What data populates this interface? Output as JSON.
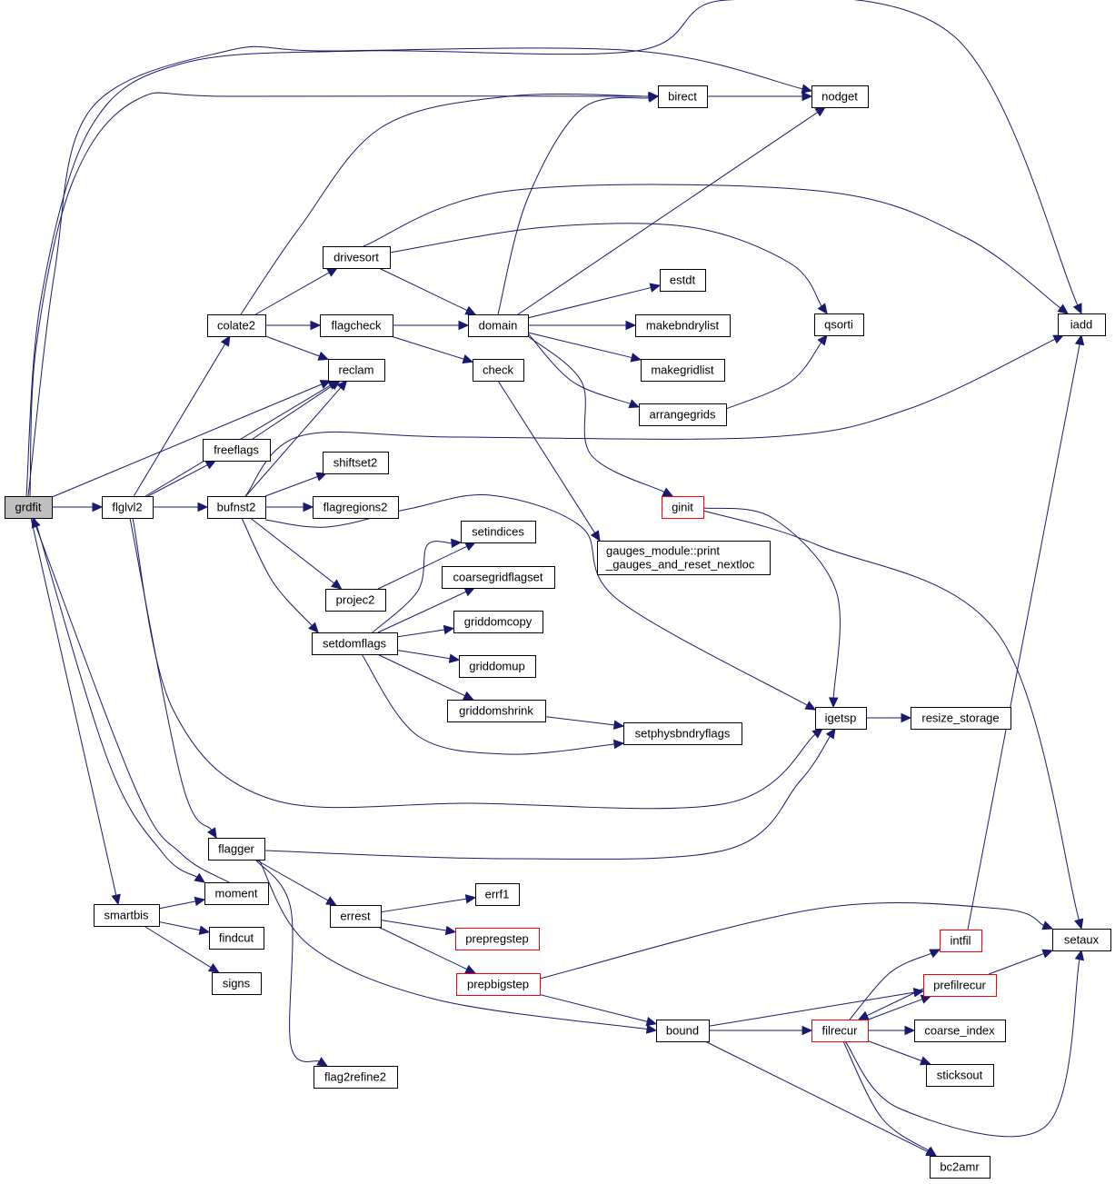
{
  "graph": {
    "title": "grdfit call graph",
    "colors": {
      "edge": "#191970",
      "root_fill": "#bfbfbf",
      "truncated_border": "#ff0000",
      "node_border": "#000000"
    },
    "nodes": [
      {
        "id": "grdfit",
        "label": [
          "grdfit"
        ],
        "kind": "root"
      },
      {
        "id": "flglvl2",
        "label": [
          "flglvl2"
        ]
      },
      {
        "id": "bufnst2",
        "label": [
          "bufnst2"
        ]
      },
      {
        "id": "colate2",
        "label": [
          "colate2"
        ]
      },
      {
        "id": "drivesort",
        "label": [
          "drivesort"
        ]
      },
      {
        "id": "flagcheck",
        "label": [
          "flagcheck"
        ]
      },
      {
        "id": "reclam",
        "label": [
          "reclam"
        ]
      },
      {
        "id": "domain",
        "label": [
          "domain"
        ]
      },
      {
        "id": "check",
        "label": [
          "check"
        ]
      },
      {
        "id": "birect",
        "label": [
          "birect"
        ]
      },
      {
        "id": "nodget",
        "label": [
          "nodget"
        ]
      },
      {
        "id": "iadd",
        "label": [
          "iadd"
        ]
      },
      {
        "id": "estdt",
        "label": [
          "estdt"
        ]
      },
      {
        "id": "makebndrylist",
        "label": [
          "makebndrylist"
        ]
      },
      {
        "id": "makegridlist",
        "label": [
          "makegridlist"
        ]
      },
      {
        "id": "arrangegrids",
        "label": [
          "arrangegrids"
        ]
      },
      {
        "id": "qsorti",
        "label": [
          "qsorti"
        ]
      },
      {
        "id": "ginit",
        "label": [
          "ginit"
        ],
        "kind": "truncated"
      },
      {
        "id": "gauges",
        "label": [
          "gauges_module::print",
          "_gauges_and_reset_nextloc"
        ]
      },
      {
        "id": "freeflags",
        "label": [
          "freeflags"
        ]
      },
      {
        "id": "shiftset2",
        "label": [
          "shiftset2"
        ]
      },
      {
        "id": "flagregions2",
        "label": [
          "flagregions2"
        ]
      },
      {
        "id": "setindices",
        "label": [
          "setindices"
        ]
      },
      {
        "id": "coarsegridflagset",
        "label": [
          "coarsegridflagset"
        ]
      },
      {
        "id": "projec2",
        "label": [
          "projec2"
        ]
      },
      {
        "id": "setdomflags",
        "label": [
          "setdomflags"
        ]
      },
      {
        "id": "griddomcopy",
        "label": [
          "griddomcopy"
        ]
      },
      {
        "id": "griddomup",
        "label": [
          "griddomup"
        ]
      },
      {
        "id": "griddomshrink",
        "label": [
          "griddomshrink"
        ]
      },
      {
        "id": "setphysbndryflags",
        "label": [
          "setphysbndryflags"
        ]
      },
      {
        "id": "igetsp",
        "label": [
          "igetsp"
        ]
      },
      {
        "id": "resize_storage",
        "label": [
          "resize_storage"
        ]
      },
      {
        "id": "flagger",
        "label": [
          "flagger"
        ]
      },
      {
        "id": "moment",
        "label": [
          "moment"
        ]
      },
      {
        "id": "smartbis",
        "label": [
          "smartbis"
        ]
      },
      {
        "id": "findcut",
        "label": [
          "findcut"
        ]
      },
      {
        "id": "signs",
        "label": [
          "signs"
        ]
      },
      {
        "id": "errest",
        "label": [
          "errest"
        ]
      },
      {
        "id": "errf1",
        "label": [
          "errf1"
        ]
      },
      {
        "id": "prepregstep",
        "label": [
          "prepregstep"
        ],
        "kind": "truncated"
      },
      {
        "id": "prepbigstep",
        "label": [
          "prepbigstep"
        ],
        "kind": "truncated"
      },
      {
        "id": "flag2refine2",
        "label": [
          "flag2refine2"
        ]
      },
      {
        "id": "bound",
        "label": [
          "bound"
        ]
      },
      {
        "id": "filrecur",
        "label": [
          "filrecur"
        ],
        "kind": "truncated"
      },
      {
        "id": "intfil",
        "label": [
          "intfil"
        ],
        "kind": "truncated"
      },
      {
        "id": "prefilrecur",
        "label": [
          "prefilrecur"
        ],
        "kind": "truncated"
      },
      {
        "id": "coarse_index",
        "label": [
          "coarse_index"
        ]
      },
      {
        "id": "sticksout",
        "label": [
          "sticksout"
        ]
      },
      {
        "id": "bc2amr",
        "label": [
          "bc2amr"
        ]
      },
      {
        "id": "setaux",
        "label": [
          "setaux"
        ]
      }
    ],
    "edges": [
      [
        "grdfit",
        "flglvl2"
      ],
      [
        "grdfit",
        "birect"
      ],
      [
        "grdfit",
        "nodget"
      ],
      [
        "grdfit",
        "iadd"
      ],
      [
        "grdfit",
        "reclam"
      ],
      [
        "grdfit",
        "smartbis"
      ],
      [
        "grdfit",
        "moment"
      ],
      [
        "flglvl2",
        "colate2"
      ],
      [
        "flglvl2",
        "freeflags"
      ],
      [
        "flglvl2",
        "bufnst2"
      ],
      [
        "flglvl2",
        "igetsp"
      ],
      [
        "flglvl2",
        "flagger"
      ],
      [
        "flglvl2",
        "reclam"
      ],
      [
        "colate2",
        "drivesort"
      ],
      [
        "colate2",
        "flagcheck"
      ],
      [
        "colate2",
        "reclam"
      ],
      [
        "colate2",
        "birect"
      ],
      [
        "drivesort",
        "domain"
      ],
      [
        "drivesort",
        "qsorti"
      ],
      [
        "drivesort",
        "iadd"
      ],
      [
        "flagcheck",
        "domain"
      ],
      [
        "flagcheck",
        "check"
      ],
      [
        "domain",
        "birect"
      ],
      [
        "domain",
        "nodget"
      ],
      [
        "domain",
        "estdt"
      ],
      [
        "domain",
        "makebndrylist"
      ],
      [
        "domain",
        "makegridlist"
      ],
      [
        "domain",
        "arrangegrids"
      ],
      [
        "domain",
        "ginit"
      ],
      [
        "arrangegrids",
        "qsorti"
      ],
      [
        "birect",
        "nodget"
      ],
      [
        "check",
        "gauges"
      ],
      [
        "ginit",
        "igetsp"
      ],
      [
        "ginit",
        "setaux"
      ],
      [
        "freeflags",
        "reclam"
      ],
      [
        "bufnst2",
        "reclam"
      ],
      [
        "bufnst2",
        "iadd"
      ],
      [
        "bufnst2",
        "shiftset2"
      ],
      [
        "bufnst2",
        "flagregions2"
      ],
      [
        "bufnst2",
        "igetsp"
      ],
      [
        "bufnst2",
        "projec2"
      ],
      [
        "bufnst2",
        "setdomflags"
      ],
      [
        "projec2",
        "setindices"
      ],
      [
        "setdomflags",
        "setindices"
      ],
      [
        "setdomflags",
        "coarsegridflagset"
      ],
      [
        "setdomflags",
        "griddomcopy"
      ],
      [
        "setdomflags",
        "griddomup"
      ],
      [
        "setdomflags",
        "griddomshrink"
      ],
      [
        "setdomflags",
        "setphysbndryflags"
      ],
      [
        "griddomshrink",
        "setphysbndryflags"
      ],
      [
        "igetsp",
        "resize_storage"
      ],
      [
        "flagger",
        "igetsp"
      ],
      [
        "flagger",
        "errest"
      ],
      [
        "flagger",
        "flag2refine2"
      ],
      [
        "flagger",
        "bound"
      ],
      [
        "moment",
        "grdfit"
      ],
      [
        "smartbis",
        "moment"
      ],
      [
        "smartbis",
        "findcut"
      ],
      [
        "smartbis",
        "signs"
      ],
      [
        "errest",
        "errf1"
      ],
      [
        "errest",
        "prepregstep"
      ],
      [
        "errest",
        "prepbigstep"
      ],
      [
        "prepbigstep",
        "setaux"
      ],
      [
        "prepbigstep",
        "bound"
      ],
      [
        "bound",
        "prefilrecur"
      ],
      [
        "bound",
        "filrecur"
      ],
      [
        "bound",
        "bc2amr"
      ],
      [
        "filrecur",
        "intfil"
      ],
      [
        "filrecur",
        "prefilrecur"
      ],
      [
        "filrecur",
        "coarse_index"
      ],
      [
        "filrecur",
        "sticksout"
      ],
      [
        "filrecur",
        "bc2amr"
      ],
      [
        "filrecur",
        "setaux"
      ],
      [
        "prefilrecur",
        "filrecur"
      ],
      [
        "prefilrecur",
        "setaux"
      ],
      [
        "intfil",
        "iadd"
      ]
    ]
  }
}
